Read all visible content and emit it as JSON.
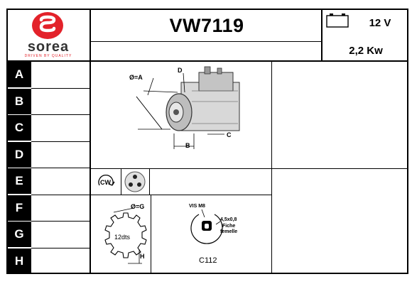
{
  "brand": {
    "name": "sorea",
    "tagline": "DRIVEN BY QUALITY",
    "color": "#e3222a"
  },
  "header": {
    "reference": "VW7119",
    "voltage": "12 V",
    "power": "2,2 Kw",
    "battery_icon": "battery-icon"
  },
  "rows": [
    {
      "letter": "A"
    },
    {
      "letter": "B"
    },
    {
      "letter": "C"
    },
    {
      "letter": "D"
    },
    {
      "letter": "E"
    },
    {
      "letter": "F"
    },
    {
      "letter": "G"
    },
    {
      "letter": "H"
    }
  ],
  "starter_drawing": {
    "label_diameter": "Ø=A",
    "label_d": "D",
    "label_c": "C",
    "label_b": "B"
  },
  "rotation": {
    "label": "CW",
    "icon": "rotation-arrow-icon"
  },
  "pinion": {
    "label_diameter": "Ø=G",
    "teeth": "12dts",
    "label_h": "H"
  },
  "connector": {
    "screw": "VIS M8",
    "terminal_line1": "4,5x0,8",
    "terminal_line2": "Fiche",
    "terminal_line3": "femelle",
    "code": "C112"
  }
}
